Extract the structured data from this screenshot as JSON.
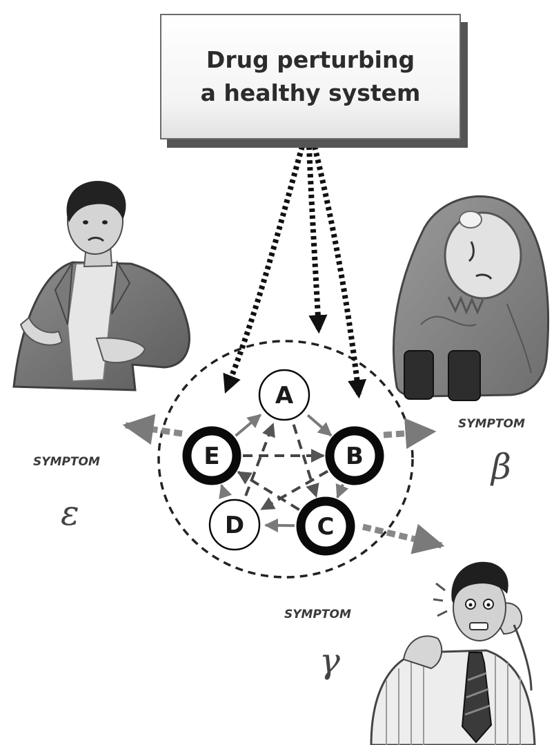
{
  "title": {
    "line1": "Drug perturbing",
    "line2": "a healthy system"
  },
  "nodes": [
    {
      "id": "A",
      "label": "A",
      "emphasis": "normal"
    },
    {
      "id": "B",
      "label": "B",
      "emphasis": "bold"
    },
    {
      "id": "C",
      "label": "C",
      "emphasis": "bold"
    },
    {
      "id": "D",
      "label": "D",
      "emphasis": "normal"
    },
    {
      "id": "E",
      "label": "E",
      "emphasis": "bold"
    }
  ],
  "edges": [
    {
      "from": "E",
      "to": "A",
      "style": "solid"
    },
    {
      "from": "A",
      "to": "B",
      "style": "solid"
    },
    {
      "from": "B",
      "to": "C",
      "style": "solid"
    },
    {
      "from": "C",
      "to": "D",
      "style": "solid"
    },
    {
      "from": "D",
      "to": "E",
      "style": "solid"
    },
    {
      "from": "E",
      "to": "B",
      "style": "dashed"
    },
    {
      "from": "B",
      "to": "D",
      "style": "dashed"
    },
    {
      "from": "D",
      "to": "A",
      "style": "dashed"
    },
    {
      "from": "A",
      "to": "C",
      "style": "dashed"
    },
    {
      "from": "C",
      "to": "E",
      "style": "dashed"
    }
  ],
  "drug_targets": [
    "E",
    "C",
    "B"
  ],
  "symptoms": [
    {
      "node": "B",
      "label": "SYMPTOM",
      "greek": "β",
      "figure": "person wrapped in a blanket"
    },
    {
      "node": "C",
      "label": "SYMPTOM",
      "greek": "γ",
      "figure": "man with a toothache"
    },
    {
      "node": "E",
      "label": "SYMPTOM",
      "greek": "ε",
      "figure": "man with back pain"
    }
  ],
  "colors": {
    "drug_arrows": "#111111",
    "system_boundary": "#222222",
    "node_fill": "#ffffff",
    "node_ring": "#0a0a0a",
    "edges": "#7a7a7a",
    "symptom_arrows": "#888888",
    "figures": "#8a8a8a"
  }
}
